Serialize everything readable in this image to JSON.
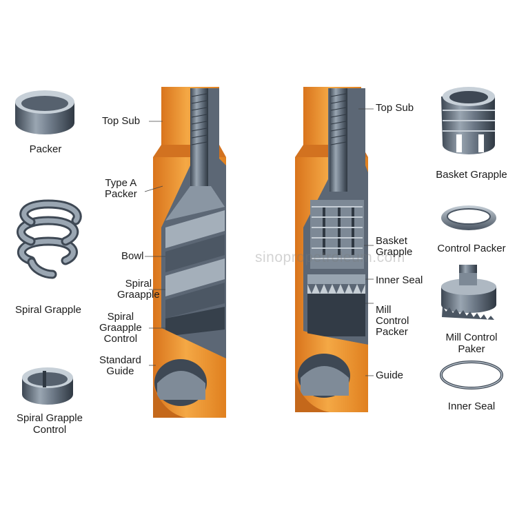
{
  "watermark": "sinopropetroleum.com",
  "left_assembly": {
    "labels": {
      "top_sub": "Top Sub",
      "type_a_packer": [
        "Type A",
        "Packer"
      ],
      "bowl": "Bowl",
      "spiral_grapple": [
        "Spiral",
        "Graapple"
      ],
      "spiral_grapple_control": [
        "Spiral",
        "Graapple",
        "Control"
      ],
      "standard_guide": [
        "Standard",
        "Guide"
      ]
    }
  },
  "right_assembly": {
    "labels": {
      "top_sub": "Top Sub",
      "basket_grapple": [
        "Basket",
        "Grapple"
      ],
      "inner_seal": "Inner Seal",
      "mill_control_packer": [
        "Mill",
        "Control",
        "Packer"
      ],
      "guide": "Guide"
    }
  },
  "left_parts": {
    "packer": "Packer",
    "spiral_grapple": "Spiral Grapple",
    "spiral_grapple_control": [
      "Spiral Grapple",
      "Control"
    ]
  },
  "right_parts": {
    "basket_grapple": "Basket Grapple",
    "control_packer": "Control Packer",
    "mill_control_paker": [
      "Mill Control",
      "Paker"
    ],
    "inner_seal": "Inner Seal"
  },
  "colors": {
    "body_orange": "#e8892a",
    "body_orange_light": "#f4a845",
    "steel": "#6e7a88",
    "steel_dark": "#3c4652",
    "steel_light": "#b8c2cc"
  }
}
